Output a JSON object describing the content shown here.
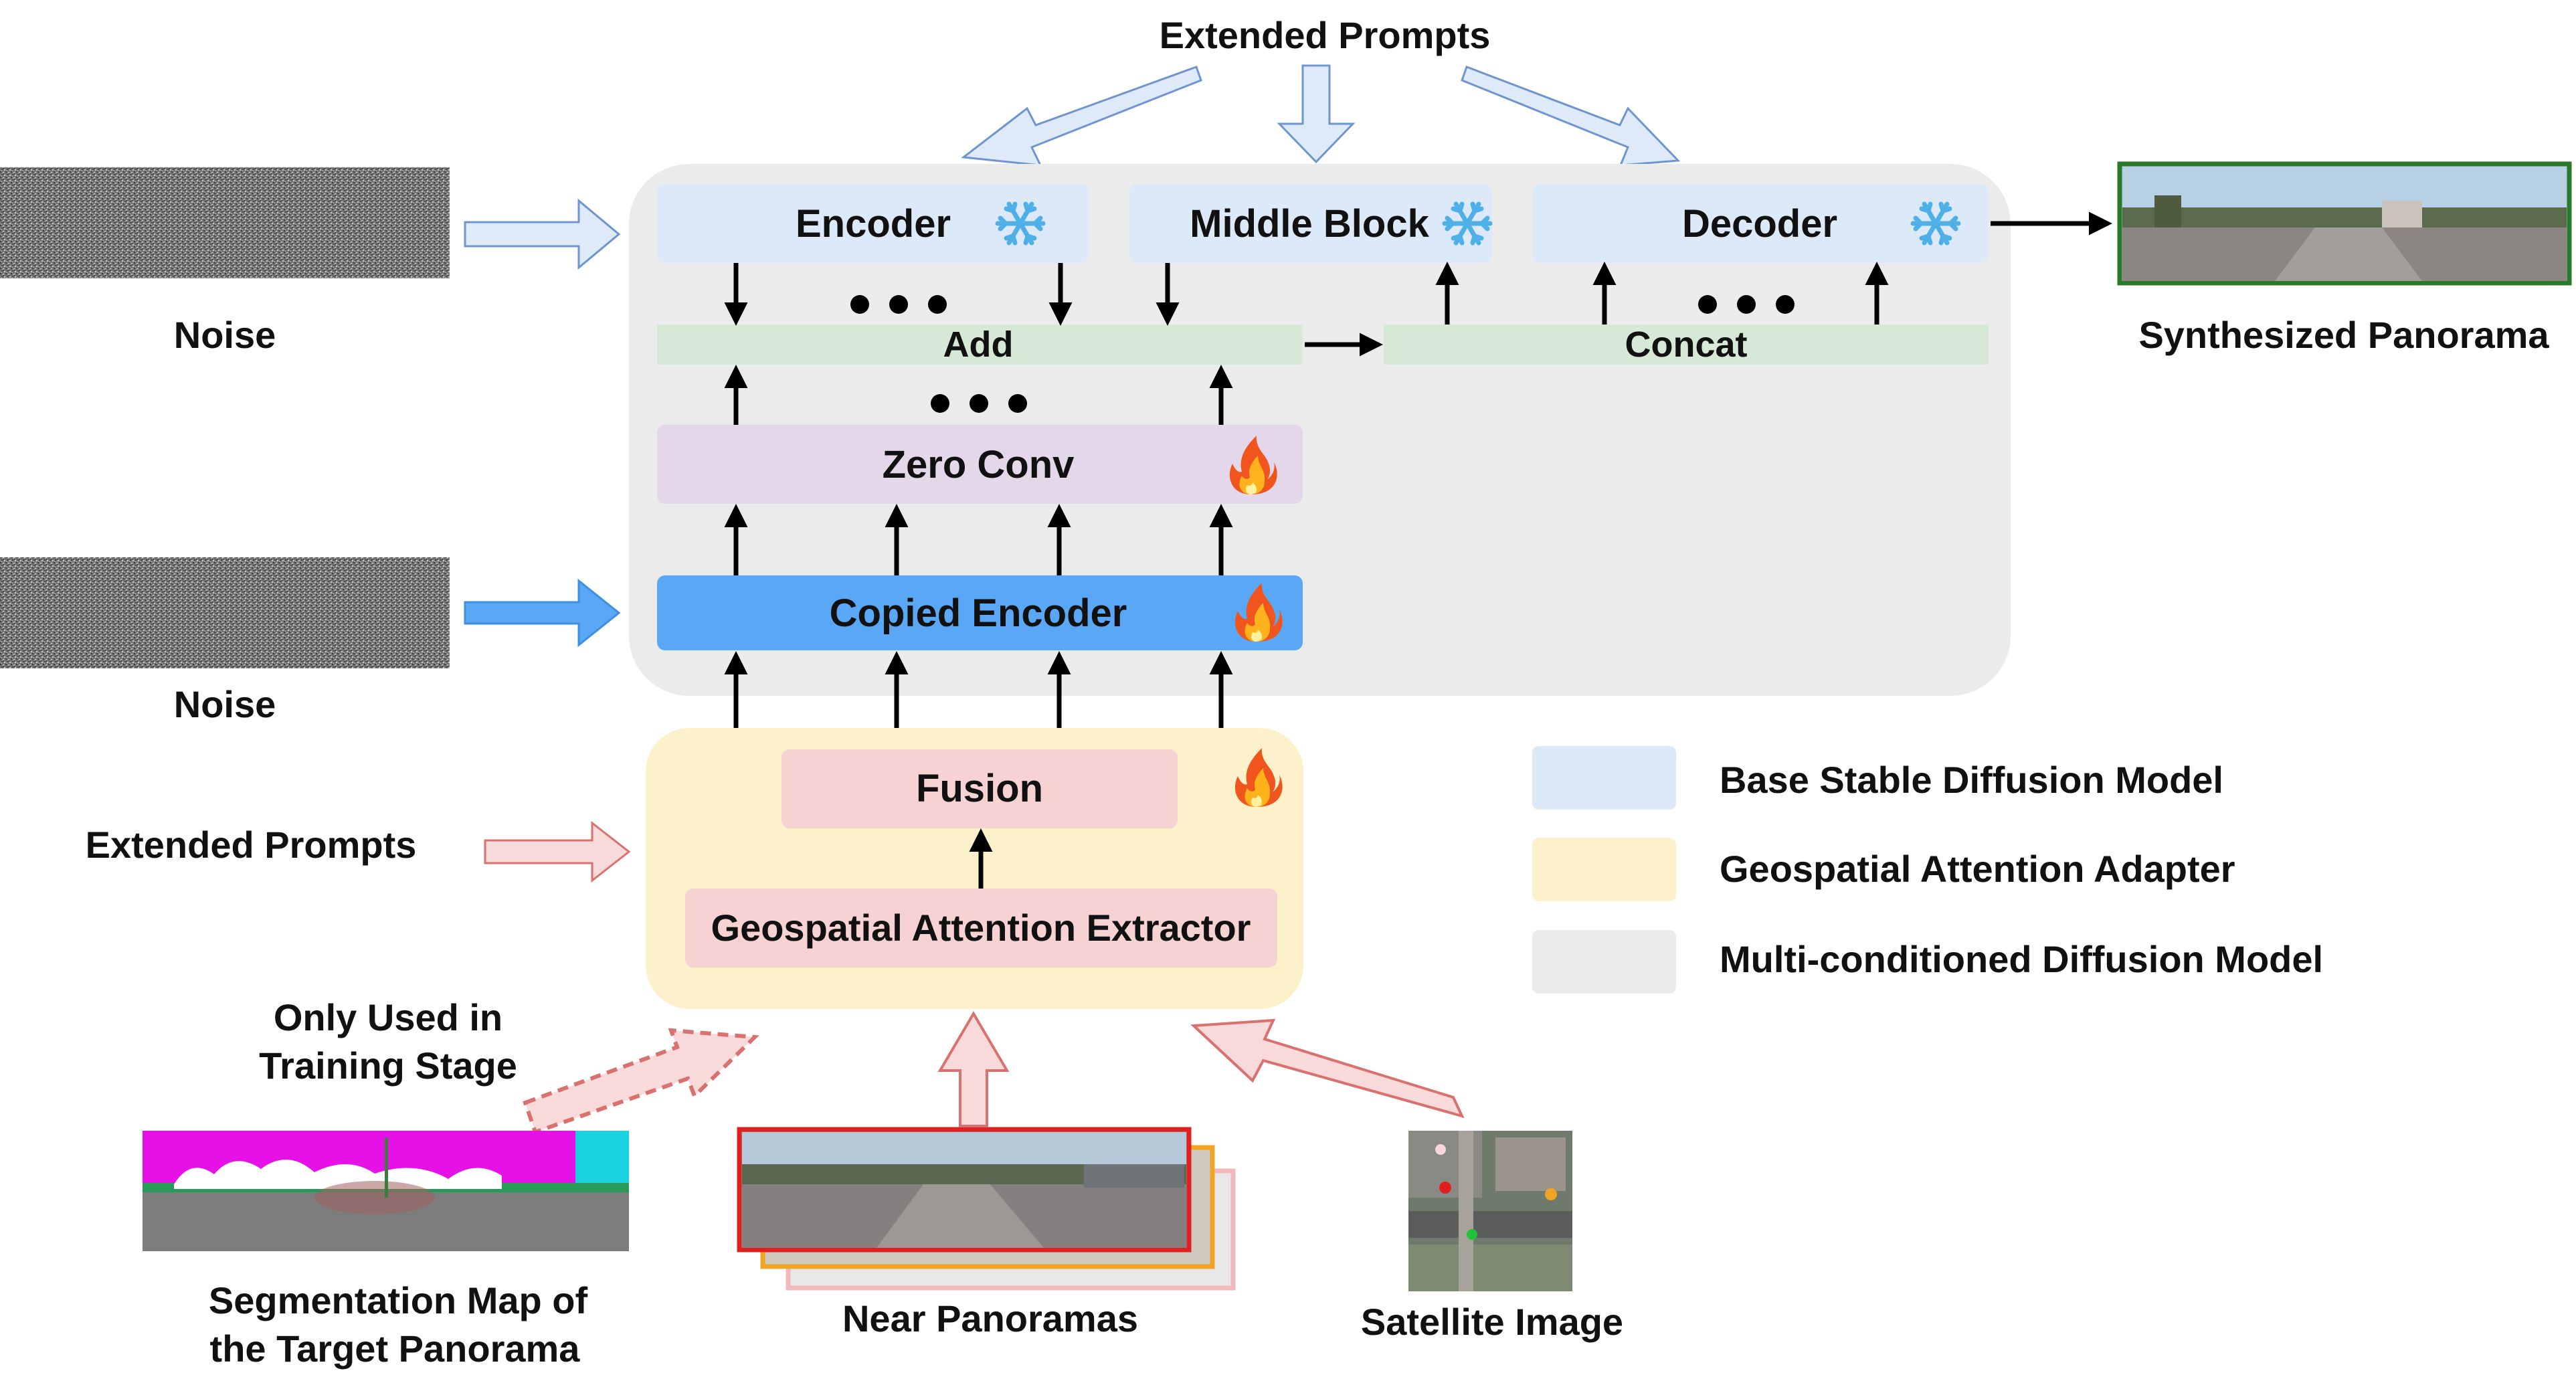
{
  "prompts": {
    "top_label": "Extended Prompts",
    "left_label": "Extended Prompts"
  },
  "noise": {
    "label_top": "Noise",
    "label_bottom": "Noise"
  },
  "base_model": {
    "encoder": "Encoder",
    "middle_block": "Middle Block",
    "decoder": "Decoder",
    "add": "Add",
    "concat": "Concat",
    "frozen_icon": "snowflake-icon"
  },
  "control_branch": {
    "zero_conv": "Zero Conv",
    "copied_encoder": "Copied Encoder",
    "trainable_icon": "fire-icon"
  },
  "adapter": {
    "fusion": "Fusion",
    "extractor": "Geospatial Attention Extractor"
  },
  "output": {
    "label": "Synthesized Panorama"
  },
  "inputs": {
    "segmentation_line1": "Segmentation Map of",
    "segmentation_line2": "the Target Panorama",
    "training_note_line1": "Only Used in",
    "training_note_line2": "Training Stage",
    "near_panoramas": "Near Panoramas",
    "satellite": "Satellite Image"
  },
  "legend": {
    "items": [
      {
        "label": "Base Stable Diffusion Model",
        "color": "#dce9f8"
      },
      {
        "label": "Geospatial Attention Adapter",
        "color": "#fdf1cc"
      },
      {
        "label": "Multi-conditioned Diffusion Model",
        "color": "#ebebeb"
      }
    ]
  },
  "colors": {
    "base_block": "#dce9f8",
    "add_concat_bar": "#d6e9d6",
    "zero_conv": "#e4d7ea",
    "copied_encoder": "#5aa8f5",
    "adapter_bg": "#fdf1cc",
    "adapter_block": "#f6d2d2",
    "container_bg": "#ebebeb",
    "blue_arrow": "#5aa8f5",
    "light_blue_arrow": "#d8e7f7",
    "red_arrow": "#f6d0d0"
  }
}
